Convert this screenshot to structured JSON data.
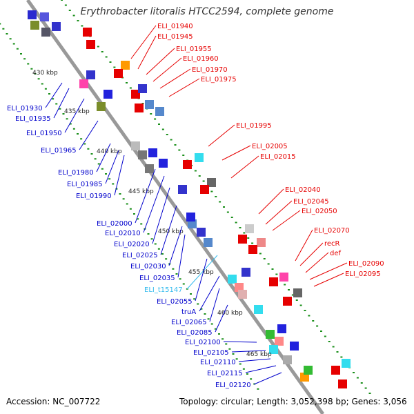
{
  "title": "Erythrobacter litoralis HTCC2594, complete genome",
  "footer": {
    "accession": "Accession: NC_007722",
    "topology": "Topology: circular; Length: 3,052,398 bp; Genes: 3,056"
  },
  "colors": {
    "forward": "#e60000",
    "reverse": "#0000cc",
    "trna": "#33bbee",
    "backbone": "#999999",
    "ticks": "#1a8f1a"
  },
  "kbp_marks": [
    "430 kbp",
    "435 kbp",
    "440 kbp",
    "445 kbp",
    "450 kbp",
    "455 kbp",
    "460 kbp",
    "465 kbp"
  ],
  "labels_right": [
    "ELI_01940",
    "ELI_01945",
    "ELI_01955",
    "ELI_01960",
    "ELI_01970",
    "ELI_01975",
    "ELI_01995",
    "ELI_02005",
    "ELI_02015",
    "ELI_02040",
    "ELI_02045",
    "ELI_02050",
    "ELI_02070",
    "recR",
    "def",
    "ELI_02090",
    "ELI_02095"
  ],
  "labels_left": [
    "ELI_01930",
    "ELI_01935",
    "ELI_01950",
    "ELI_01965",
    "ELI_01980",
    "ELI_01985",
    "ELI_01990",
    "ELI_02000",
    "ELI_02010",
    "ELI_02020",
    "ELI_02025",
    "ELI_02030",
    "ELI_02035",
    "ELI_t15147",
    "ELI_02055",
    "truA",
    "ELI_02065",
    "ELI_02085",
    "ELI_02100",
    "ELI_02105",
    "ELI_02110",
    "ELI_02115",
    "ELI_02120"
  ],
  "label_colors_left": [
    "reverse",
    "reverse",
    "reverse",
    "reverse",
    "reverse",
    "reverse",
    "reverse",
    "reverse",
    "reverse",
    "reverse",
    "reverse",
    "reverse",
    "reverse",
    "trna",
    "reverse",
    "reverse",
    "reverse",
    "reverse",
    "reverse",
    "reverse",
    "reverse",
    "reverse",
    "reverse"
  ]
}
